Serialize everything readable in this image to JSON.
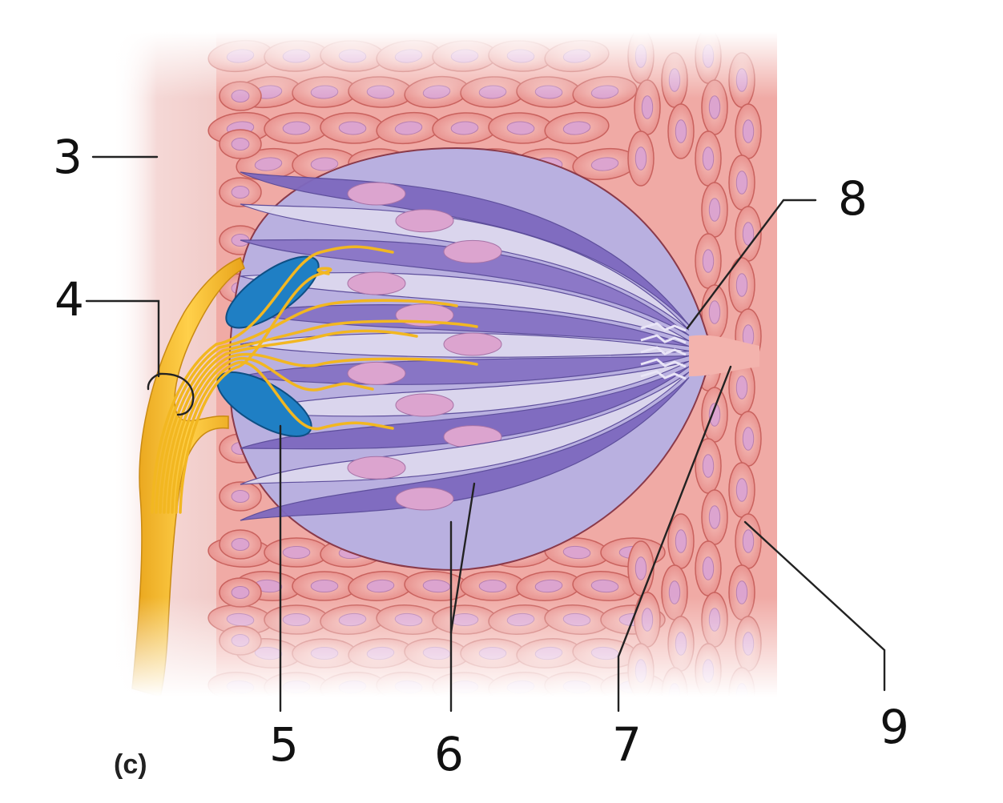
{
  "figure": {
    "panel_letter": "(c)",
    "labels": [
      "3",
      "4",
      "5",
      "6",
      "7",
      "8",
      "9"
    ]
  },
  "colors": {
    "background": "#ffffff",
    "connective_tissue": "#f3d2cf",
    "epithelial_cells": "#ec9c97",
    "cell_nucleus": "#dca4cf",
    "supporting_cells": "#7e69bf",
    "gustatory_cells": "#dcd8ee",
    "basal_cells": "#1f7fc4",
    "nerve_fibers": "#f2b721",
    "ink": "#111111"
  }
}
